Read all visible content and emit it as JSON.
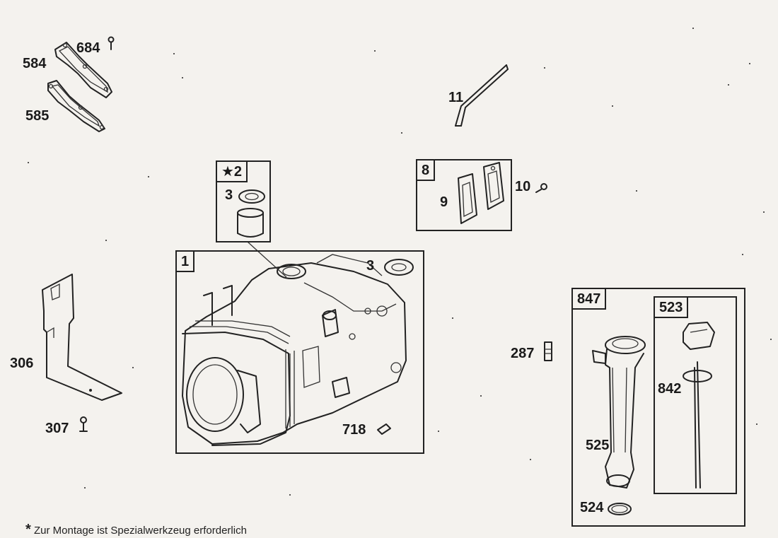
{
  "labels": {
    "l584": "584",
    "l684": "684",
    "l585": "585",
    "l11": "11",
    "l2": "★2",
    "l3a": "3",
    "l8": "8",
    "l9": "9",
    "l10": "10",
    "l1": "1",
    "l3b": "3",
    "l306": "306",
    "l307": "307",
    "l718": "718",
    "l287": "287",
    "l847": "847",
    "l523": "523",
    "l842": "842",
    "l525": "525",
    "l524": "524"
  },
  "footnote": {
    "star": "*",
    "text": "Zur Montage ist Spezialwerkzeug erforderlich"
  }
}
